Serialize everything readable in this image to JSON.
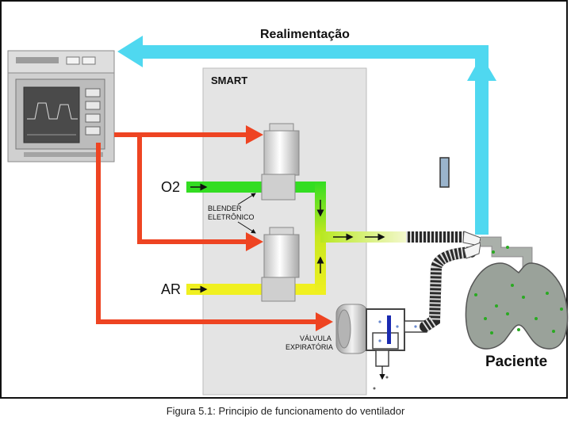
{
  "diagram": {
    "feedback_label": "Realimentação",
    "smart_label": "SMART",
    "o2_label": "O2",
    "ar_label": "AR",
    "blender_label_line1": "BLENDER",
    "blender_label_line2": "ELETRÔNICO",
    "valve_label_line1": "VÁLVULA",
    "valve_label_line2": "EXPIRATÓRIA",
    "patient_label": "Paciente"
  },
  "caption": "Figura 5.1: Principio de funcionamento do ventilador",
  "colors": {
    "feedback_arrow": "#4fd8f0",
    "control_arrow": "#ee4422",
    "o2_line": "#33dd22",
    "air_line": "#f0f020",
    "smart_box": "#e4e4e4"
  }
}
